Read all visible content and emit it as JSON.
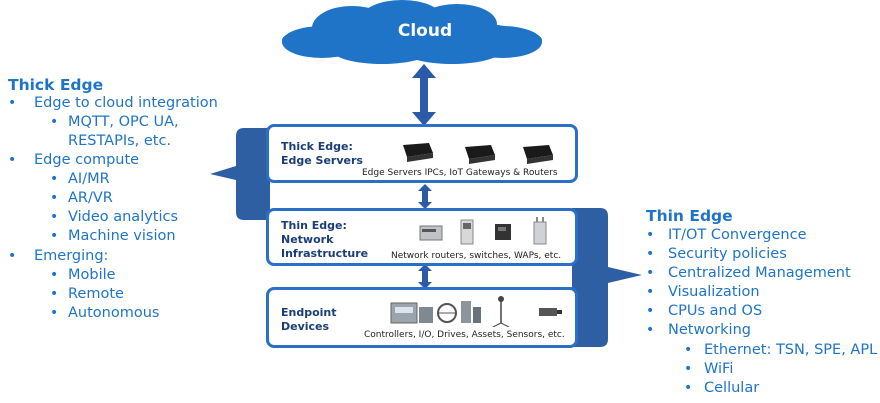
{
  "cloud": {
    "label": "Cloud"
  },
  "left": {
    "title": "Thick Edge",
    "items": [
      {
        "text": "Edge to cloud integration",
        "sub": [
          "MQTT, OPC UA,",
          "RESTAPIs, etc."
        ]
      },
      {
        "text": "Edge compute",
        "sub": [
          "AI/MR",
          "AR/VR",
          "Video analytics",
          "Machine vision"
        ]
      },
      {
        "text": "Emerging:",
        "sub": [
          "Mobile",
          "Remote",
          "Autonomous"
        ]
      }
    ]
  },
  "right": {
    "title": "Thin Edge",
    "items": [
      "IT/OT Convergence",
      "Security policies",
      "Centralized Management",
      "Visualization",
      "CPUs and OS",
      "Networking"
    ],
    "sub": [
      "Ethernet:  TSN, SPE, APL",
      "WiFi",
      "Cellular"
    ]
  },
  "tiers": {
    "thick": {
      "title_1": "Thick Edge:",
      "title_2": "Edge Servers",
      "caption": "Edge Servers  IPCs, IoT Gateways & Routers"
    },
    "thin": {
      "title_1": "Thin Edge:",
      "title_2": "Network",
      "title_3": "Infrastructure",
      "caption": "Network routers, switches, WAPs, etc."
    },
    "endpoint": {
      "title_1": "Endpoint",
      "title_2": "Devices",
      "caption": "Controllers, I/O, Drives, Assets, Sensors, etc."
    }
  },
  "colors": {
    "accent": "#1f74c7",
    "border": "#2c6fc6",
    "bracket": "#2f5fa3",
    "arrow": "#2b5aa8",
    "cloud": "#1f74c7"
  },
  "icons": [
    "cloud-icon",
    "edge-server-icon",
    "network-router-icon",
    "switch-icon",
    "wap-icon",
    "controller-icon",
    "sensor-icon"
  ]
}
